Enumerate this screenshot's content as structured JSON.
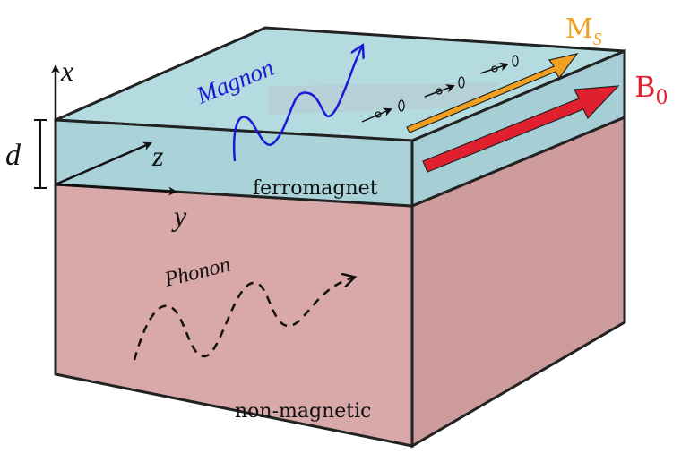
{
  "labels": {
    "axis_x": "x",
    "axis_z": "z",
    "axis_y": "y",
    "thickness": "d",
    "magnon": "Magnon",
    "phonon": "Phonon",
    "ferromagnet": "ferromagnet",
    "non_magnetic": "non-magnetic",
    "magnetization_main": "M",
    "magnetization_sub": "S",
    "field_main": "B",
    "field_sub": "0"
  },
  "colors": {
    "ferromagnet_top": "#b3dbe0",
    "ferromagnet_front": "#a9d3d9",
    "substrate_front": "#d9a8a8",
    "substrate_side": "#cd9b9b",
    "magnon_wave": "#1a1ad6",
    "phonon_wave": "#111111",
    "magnetization_arrow": "#f0a020",
    "field_arrow": "#e0202f",
    "field_label": "#e0202f",
    "magnetization_label": "#f0a020"
  }
}
